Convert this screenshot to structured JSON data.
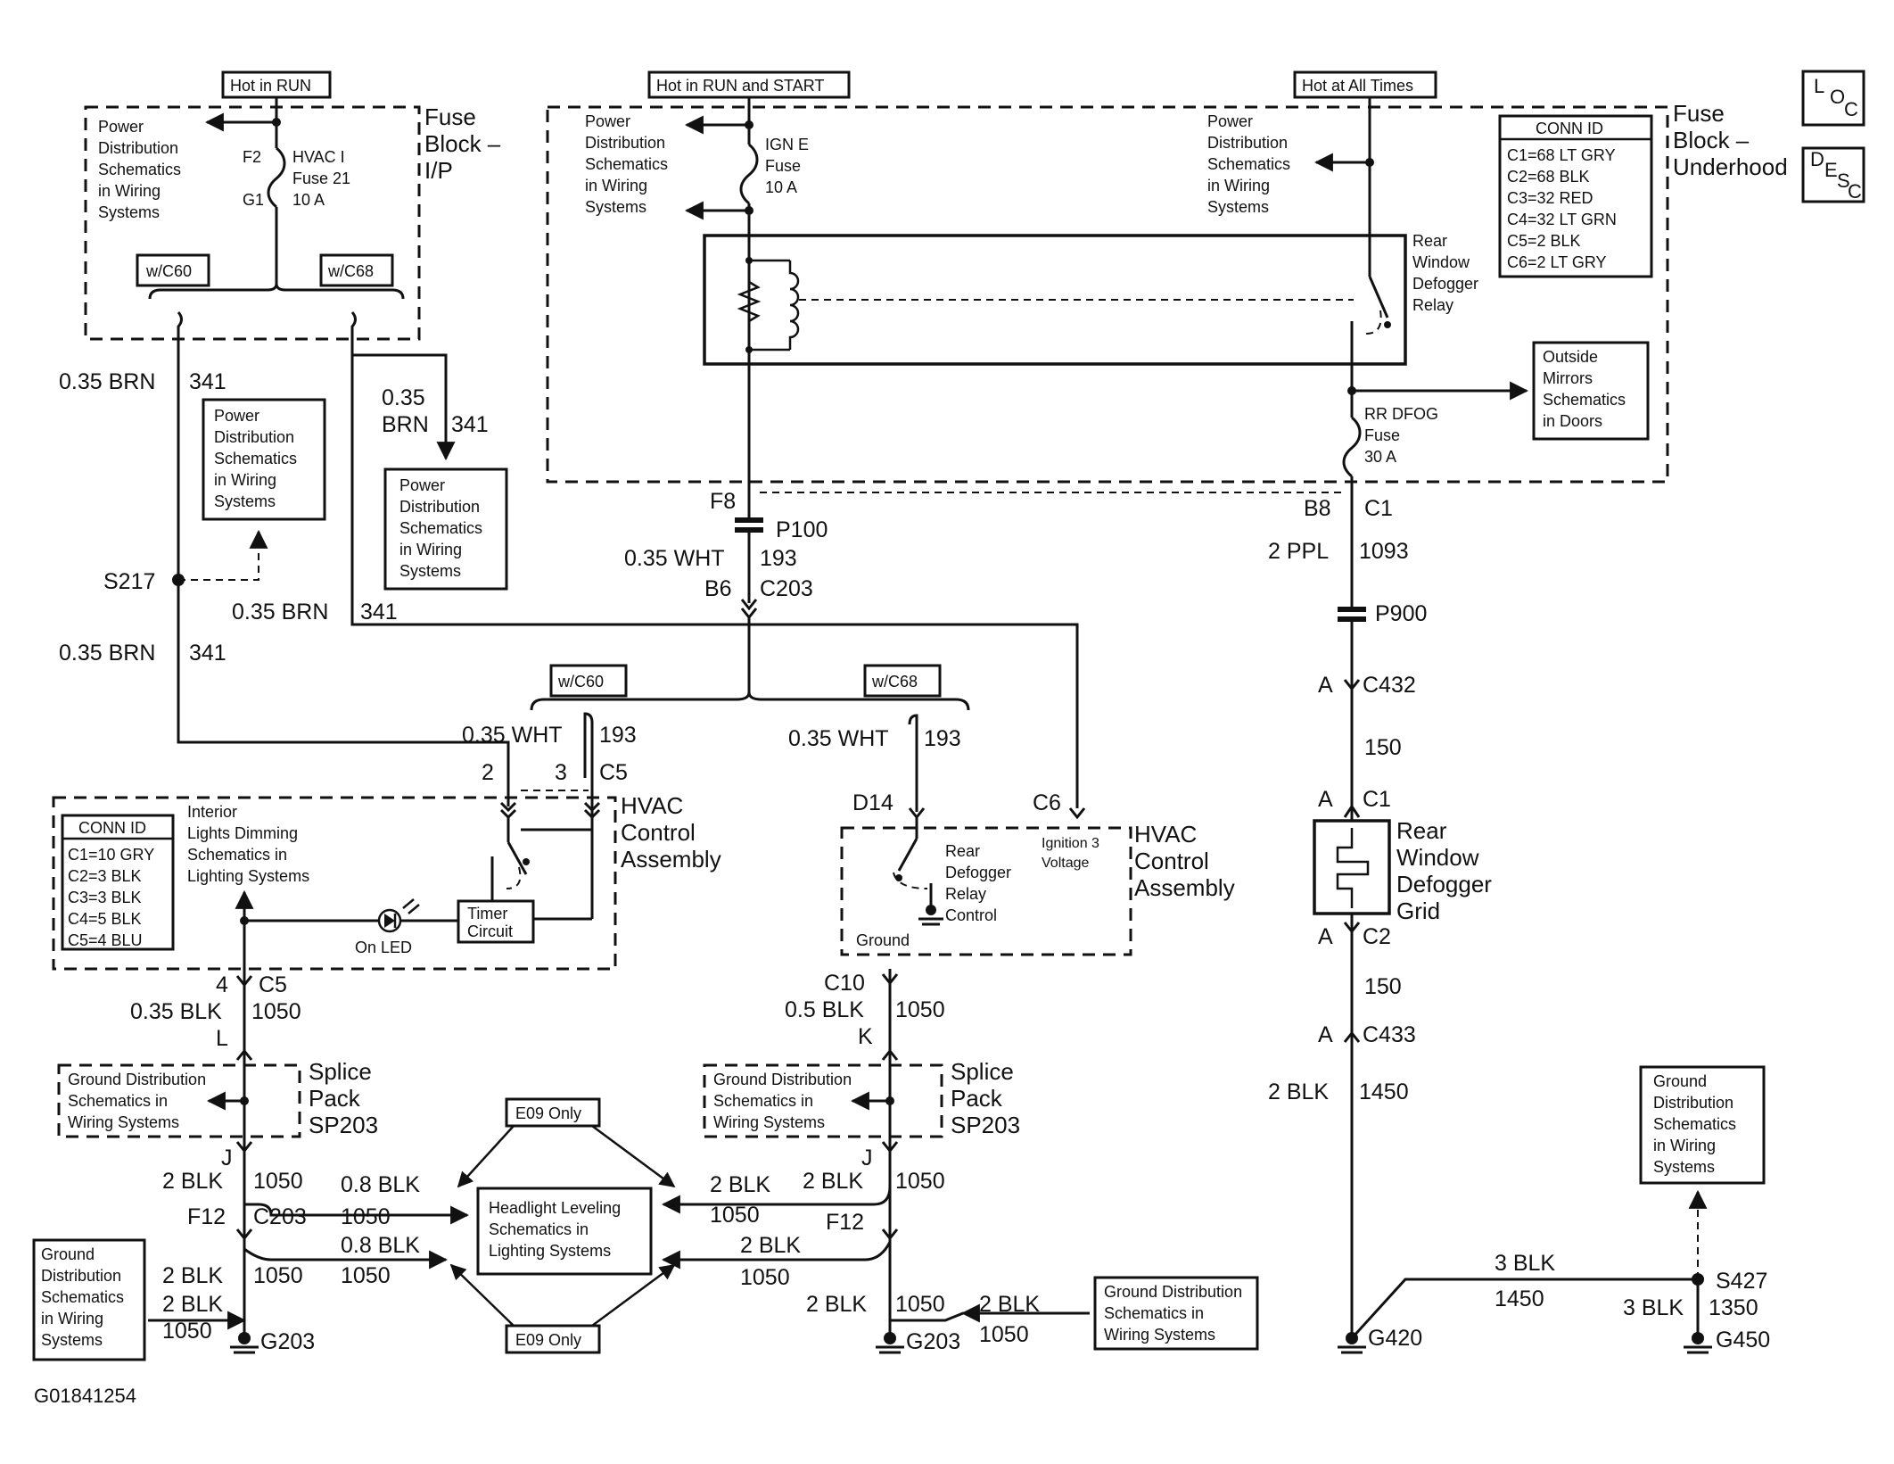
{
  "top_labels": {
    "hot_run": "Hot in RUN",
    "hot_run_start": "Hot in RUN and START",
    "hot_all_times": "Hot at All Times"
  },
  "fuse_block_ip": {
    "title": [
      "Fuse",
      "Block –",
      "I/P"
    ],
    "pds": [
      "Power",
      "Distribution",
      "Schematics",
      "in Wiring",
      "Systems"
    ],
    "f2": "F2",
    "g1": "G1",
    "fuse": [
      "HVAC I",
      "Fuse 21",
      "10 A"
    ],
    "wc60": "w/C60",
    "wc68": "w/C68"
  },
  "fuse_block_underhood": {
    "title": [
      "Fuse",
      "Block –",
      "Underhood"
    ],
    "pds1": [
      "Power",
      "Distribution",
      "Schematics",
      "in Wiring",
      "Systems"
    ],
    "pds2": [
      "Power",
      "Distribution",
      "Schematics",
      "in Wiring",
      "Systems"
    ],
    "ign_fuse": [
      "IGN E",
      "Fuse",
      "10 A"
    ],
    "relay": [
      "Rear",
      "Window",
      "Defogger",
      "Relay"
    ],
    "rrdfog": [
      "RR DFOG",
      "Fuse",
      "30 A"
    ],
    "outside_mirrors": [
      "Outside",
      "Mirrors",
      "Schematics",
      "in Doors"
    ],
    "conn_title": "CONN ID",
    "conn_rows": [
      "C1=68 LT GRY",
      "C2=68 BLK",
      "C3=32 RED",
      "C4=32 LT GRN",
      "C5=2 BLK",
      "C6=2 LT GRY"
    ]
  },
  "loc_desc": {
    "loc": [
      "L",
      "O",
      "C"
    ],
    "desc": [
      "D",
      "E",
      "S",
      "C"
    ]
  },
  "left_circuit": {
    "w1": "0.35 BRN",
    "c1": "341",
    "pds": [
      "Power",
      "Distribution",
      "Schematics",
      "in Wiring",
      "Systems"
    ],
    "w2a": "0.35",
    "w2b": "BRN",
    "c2": "341",
    "pds2": [
      "Power",
      "Distribution",
      "Schematics",
      "in Wiring",
      "Systems"
    ],
    "s217": "S217",
    "w3": "0.35 BRN",
    "c3": "341",
    "w4": "0.35 BRN",
    "c4": "341"
  },
  "center_top": {
    "f8": "F8",
    "p100": "P100",
    "wire": "0.35 WHT",
    "circ": "193",
    "b6": "B6",
    "c203": "C203"
  },
  "right_circuit": {
    "b8": "B8",
    "c1": "C1",
    "wire": "2 PPL",
    "circ": "1093",
    "p900": "P900",
    "a1": "A",
    "c432": "C432",
    "circ150a": "150",
    "a2": "A",
    "c1b": "C1",
    "grid": [
      "Rear",
      "Window",
      "Defogger",
      "Grid"
    ],
    "a3": "A",
    "c2": "C2",
    "circ150b": "150",
    "a4": "A",
    "c433": "C433",
    "wire2": "2 BLK",
    "circ2": "1450",
    "g420": "G420",
    "gds": [
      "Ground",
      "Distribution",
      "Schematics",
      "in Wiring",
      "Systems"
    ],
    "w3blk": "3 BLK",
    "c1450": "1450",
    "s427": "S427",
    "w3blk2": "3 BLK",
    "c1350": "1350",
    "g450": "G450"
  },
  "hvac_left": {
    "wc60": "w/C60",
    "wire": "0.35 WHT",
    "circ": "193",
    "pin2": "2",
    "pin3": "3",
    "c5": "C5",
    "title": [
      "HVAC",
      "Control",
      "Assembly"
    ],
    "conn_title": "CONN ID",
    "conn_rows": [
      "C1=10 GRY",
      "C2=3 BLK",
      "C3=3 BLK",
      "C4=5 BLK",
      "C5=4 BLU"
    ],
    "ild": [
      "Interior",
      "Lights Dimming",
      "Schematics in",
      "Lighting Systems"
    ],
    "led": "On LED",
    "timer": [
      "Timer",
      "Circuit"
    ],
    "pin4": "4",
    "c5b": "C5",
    "wire2": "0.35 BLK",
    "circ2": "1050",
    "l": "L",
    "splice_gds": [
      "Ground Distribution",
      "Schematics in",
      "Wiring Systems"
    ],
    "splice": [
      "Splice",
      "Pack",
      "SP203"
    ],
    "j": "J",
    "w2blk": "2 BLK",
    "c1050": "1050",
    "f12": "F12",
    "c203": "C203",
    "w08a": "0.8 BLK",
    "c1050b": "1050",
    "w08b": "0.8 BLK",
    "c1050c": "1050",
    "w2blk2": "2 BLK",
    "c1050d": "1050",
    "w2blk3": "2 BLK",
    "c1050e": "1050",
    "gds": [
      "Ground",
      "Distribution",
      "Schematics",
      "in Wiring",
      "Systems"
    ],
    "g203": "G203"
  },
  "hvac_right": {
    "wc68": "w/C68",
    "wire": "0.35 WHT",
    "circ": "193",
    "d14": "D14",
    "c6": "C6",
    "ign": [
      "Ignition 3",
      "Voltage"
    ],
    "title": [
      "HVAC",
      "Control",
      "Assembly"
    ],
    "relay_ctrl": [
      "Rear",
      "Defogger",
      "Relay",
      "Control"
    ],
    "ground": "Ground",
    "c10": "C10",
    "wire2": "0.5 BLK",
    "circ2": "1050",
    "k": "K",
    "splice_gds": [
      "Ground Distribution",
      "Schematics in",
      "Wiring Systems"
    ],
    "splice": [
      "Splice",
      "Pack",
      "SP203"
    ],
    "j": "J",
    "w2blk": "2 BLK",
    "c1050": "1050",
    "w2blk_l": "2 BLK",
    "c1050_l": "1050",
    "f12": "F12",
    "w2blk_b": "2 BLK",
    "c1050_b": "1050",
    "w2blk_g": "2 BLK",
    "c1050_g": "1050",
    "w2blk_r": "2 BLK",
    "c1050_r": "1050",
    "gds": [
      "Ground Distribution",
      "Schematics in",
      "Wiring Systems"
    ],
    "g203": "G203"
  },
  "middle": {
    "e09_top": "E09 Only",
    "e09_bot": "E09 Only",
    "headlight": [
      "Headlight Leveling",
      "Schematics in",
      "Lighting Systems"
    ]
  },
  "footer_id": "G01841254"
}
